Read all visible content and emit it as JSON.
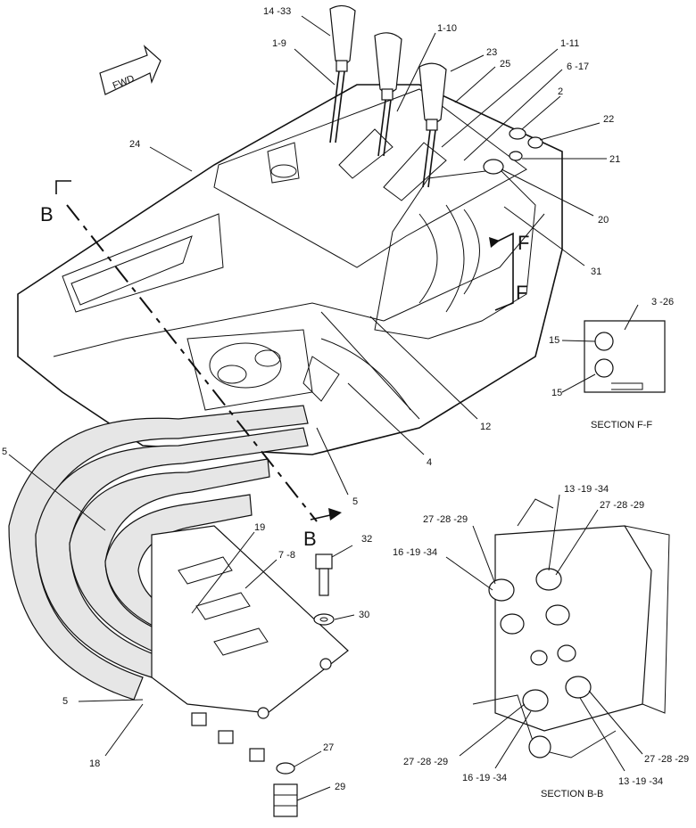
{
  "fwd_label": "FWD",
  "section_ff": {
    "title": "SECTION F-F",
    "marker": "F",
    "labels": [
      "3 -26",
      "15",
      "15"
    ]
  },
  "section_bb": {
    "title": "SECTION B-B",
    "marker": "B",
    "labels": [
      "13 -19 -34",
      "27 -28 -29",
      "27 -28 -29",
      "16 -19 -34",
      "27 -28 -29",
      "16 -19 -34",
      "13 -19 -34",
      "27 -28 -29"
    ]
  },
  "callouts": [
    "14 -33",
    "1-10",
    "1-9",
    "23",
    "25",
    "1-11",
    "6 -17",
    "2",
    "22",
    "21",
    "24",
    "20",
    "31",
    "12",
    "4",
    "5",
    "5",
    "5",
    "19",
    "7 -8",
    "32",
    "30",
    "18",
    "27",
    "29"
  ]
}
